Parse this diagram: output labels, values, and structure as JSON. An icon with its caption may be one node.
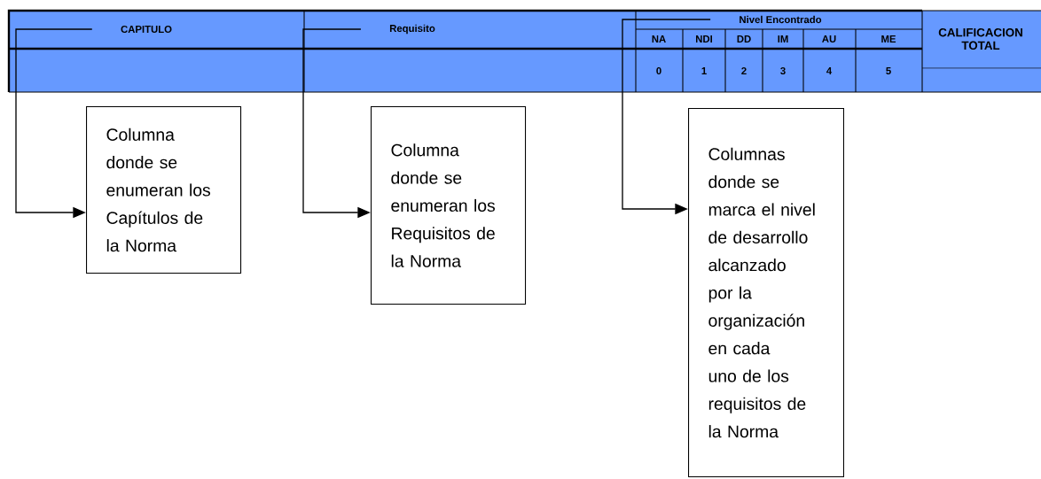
{
  "diagram": {
    "nodes": [
      {
        "text": [
          "CAPITULO"
        ]
      },
      {
        "text": [
          "Requisito"
        ]
      },
      {
        "text": [
          "Nivel Encontrado"
        ]
      },
      {
        "text": [
          "Columna donde se enumeran los Capítulos de la Norma"
        ]
      },
      {
        "text": [
          "Columna donde se enumeran los Requisitos de la Norma"
        ]
      },
      {
        "text": [
          "Columnas donde se marca el nivel de desarrollo alcanzado por la organización en cada uno de los requisitos de la Norma"
        ]
      }
    ],
    "edges": [
      {
        "from": 0,
        "to": 3,
        "arrow": "to"
      },
      {
        "from": 1,
        "to": 4,
        "arrow": "to"
      },
      {
        "from": 2,
        "to": 5,
        "arrow": "to"
      }
    ],
    "labels": [
      "NA",
      "NDI",
      "DD",
      "IM",
      "AU",
      "ME",
      "CALIFICACION TOTAL",
      "0",
      "1",
      "2",
      "3",
      "4",
      "5"
    ]
  }
}
